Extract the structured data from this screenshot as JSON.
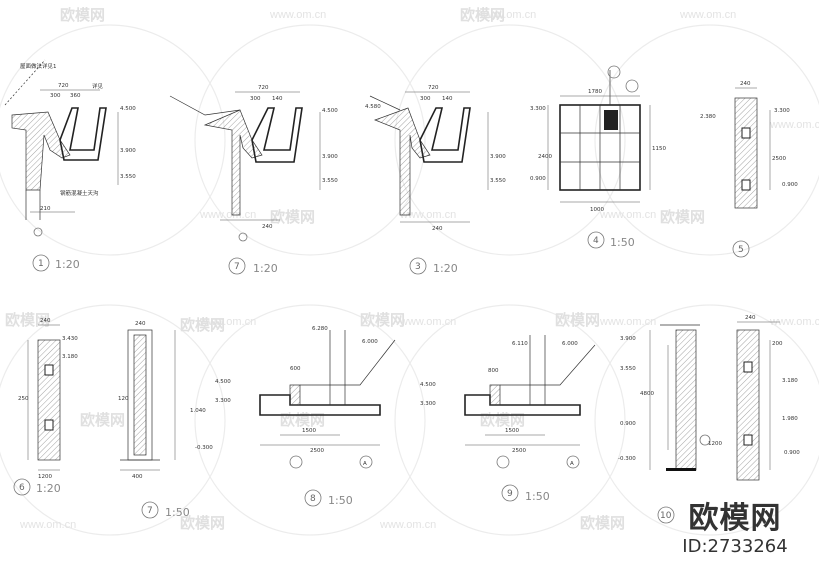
{
  "watermark": {
    "url": "www.om.cn",
    "logo_text": "欧模网",
    "url_count": 13,
    "logo_count": 13
  },
  "brand": {
    "name": "欧模网",
    "id": "ID:2733264"
  },
  "details": [
    {
      "number": "1",
      "scale": "1:20",
      "levels": [
        "4.500",
        "3.900",
        "3.550"
      ],
      "dims": [
        "720",
        "300",
        "360",
        "210"
      ],
      "notes": [
        "屋面做法详见1",
        "详见",
        "钢筋混凝土天沟"
      ]
    },
    {
      "number": "7",
      "scale": "1:20",
      "levels": [
        "4.500",
        "3.900",
        "3.550"
      ],
      "dims": [
        "720",
        "300",
        "140",
        "240"
      ]
    },
    {
      "number": "3",
      "scale": "1:20",
      "levels": [
        "4.580",
        "3.900",
        "3.550"
      ],
      "dims": [
        "720",
        "300",
        "140",
        "240"
      ]
    },
    {
      "number": "4",
      "scale": "1:50",
      "levels": [
        "3.300",
        "0.900"
      ],
      "dims": [
        "1780",
        "1000",
        "2400",
        "1150"
      ]
    },
    {
      "number": "5",
      "scale": "",
      "levels": [
        "3.300",
        "0.900",
        "2.380"
      ],
      "dims": [
        "240",
        "2500"
      ]
    },
    {
      "number": "6",
      "scale": "1:20",
      "levels": [
        "3.430",
        "3.180"
      ],
      "dims": [
        "240",
        "250",
        "1200"
      ]
    },
    {
      "number": "7",
      "scale": "1:50",
      "levels": [
        "1.040",
        "-0.300"
      ],
      "dims": [
        "400",
        "120",
        "240"
      ]
    },
    {
      "number": "8",
      "scale": "1:50",
      "levels": [
        "6.280",
        "6.000",
        "4.500",
        "3.300"
      ],
      "dims": [
        "600",
        "1500",
        "2500"
      ]
    },
    {
      "number": "9",
      "scale": "1:50",
      "levels": [
        "6.110",
        "6.000",
        "4.500",
        "3.300"
      ],
      "dims": [
        "800",
        "1500",
        "2500"
      ]
    },
    {
      "number": "10",
      "scale": "",
      "levels": [
        "3.900",
        "3.550",
        "0.900",
        "-0.300"
      ],
      "dims": [
        "4800",
        "1200"
      ]
    },
    {
      "number": "",
      "scale": "",
      "levels": [
        "3.180",
        "1.980",
        "0.900"
      ],
      "dims": [
        "240",
        "200"
      ]
    }
  ],
  "axis_labels": [
    "A",
    "A"
  ]
}
